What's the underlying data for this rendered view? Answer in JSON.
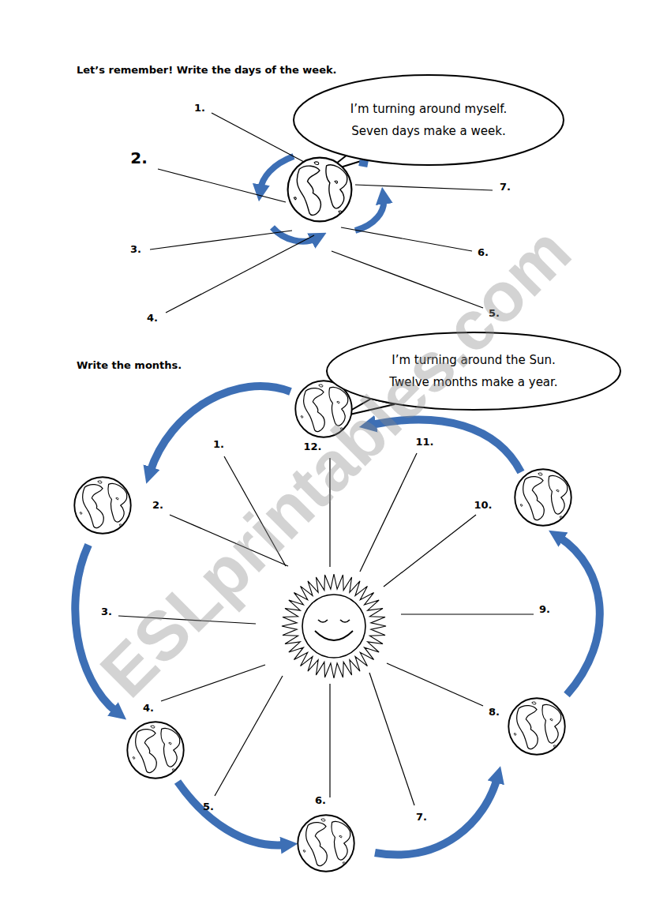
{
  "diagram": {
    "nodes": [
      {
        "text": [
          "I’m turning around myself.",
          "Seven days make a week."
        ]
      },
      {
        "text": [
          "I’m turning around the Sun.",
          "Twelve months make a year."
        ]
      }
    ],
    "labels": [
      "Let’s remember! Write the days of the week.",
      "1.",
      "2.",
      "3.",
      "4.",
      "5.",
      "6.",
      "7.",
      "Write the months.",
      "1.",
      "2.",
      "3.",
      "4.",
      "5.",
      "6.",
      "7.",
      "8.",
      "9.",
      "10.",
      "11.",
      "12.",
      "ESLprintables.com"
    ]
  }
}
